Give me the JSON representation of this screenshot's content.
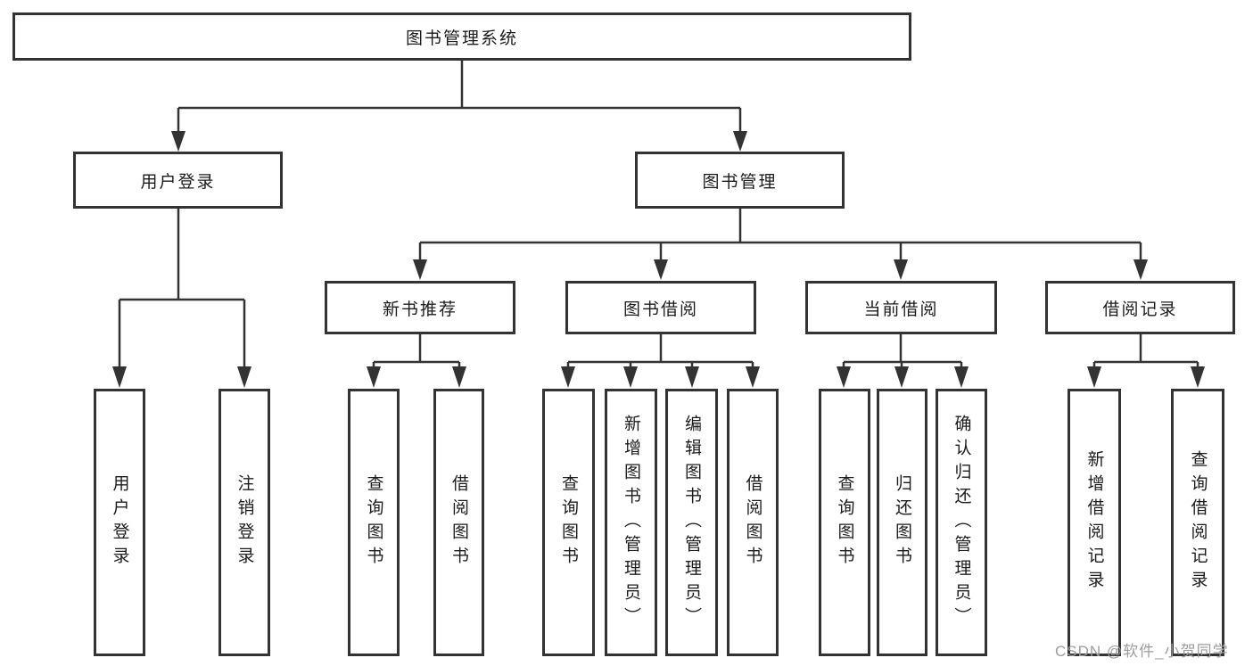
{
  "diagram": {
    "title": "图书管理系统",
    "root": {
      "label": "图书管理系统"
    },
    "level1": [
      {
        "id": "user-login",
        "label": "用户登录"
      },
      {
        "id": "book-management",
        "label": "图书管理"
      }
    ],
    "level2": [
      {
        "id": "new-book-recommend",
        "label": "新书推荐",
        "parent": "图书管理"
      },
      {
        "id": "book-borrow",
        "label": "图书借阅",
        "parent": "图书管理"
      },
      {
        "id": "current-borrow",
        "label": "当前借阅",
        "parent": "图书管理"
      },
      {
        "id": "borrow-record",
        "label": "借阅记录",
        "parent": "图书管理"
      }
    ],
    "leaves": [
      {
        "label": "用户登录",
        "parent": "用户登录"
      },
      {
        "label": "注销登录",
        "parent": "用户登录"
      },
      {
        "label": "查询图书",
        "parent": "新书推荐"
      },
      {
        "label": "借阅图书",
        "parent": "新书推荐"
      },
      {
        "label": "查询图书",
        "parent": "图书借阅"
      },
      {
        "label": "新增图书（管理员）",
        "parent": "图书借阅"
      },
      {
        "label": "编辑图书（管理员）",
        "parent": "图书借阅"
      },
      {
        "label": "借阅图书",
        "parent": "图书借阅"
      },
      {
        "label": "查询图书",
        "parent": "当前借阅"
      },
      {
        "label": "归还图书",
        "parent": "当前借阅"
      },
      {
        "label": "确认归还（管理员）",
        "parent": "当前借阅"
      },
      {
        "label": "新增借阅记录",
        "parent": "借阅记录"
      },
      {
        "label": "查询借阅记录",
        "parent": "借阅记录"
      }
    ]
  },
  "watermark": "CSDN @软件_小贺同学",
  "colors": {
    "line": "#333333",
    "text": "#1c1c1c",
    "background": "#ffffff",
    "watermark": "#9c9c9c"
  }
}
